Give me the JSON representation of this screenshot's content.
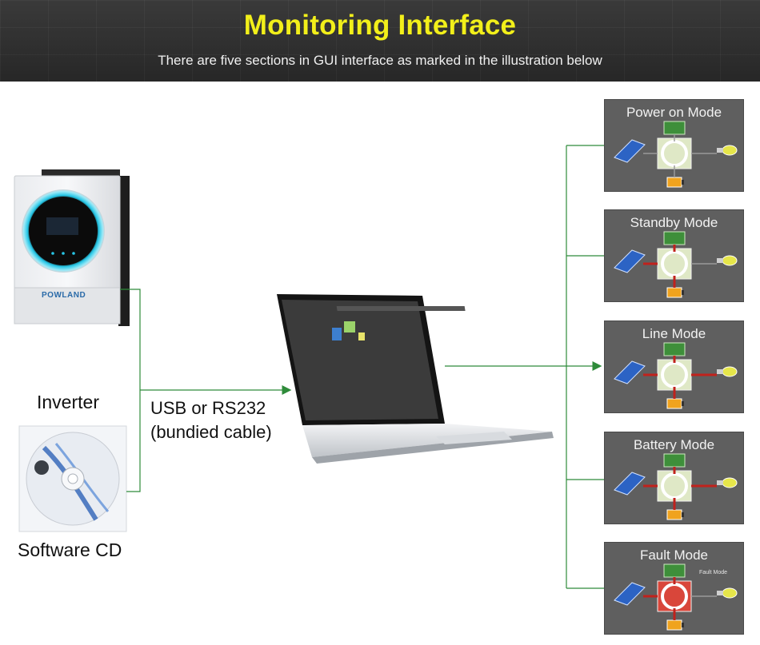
{
  "header": {
    "title": "Monitoring Interface",
    "subtitle": "There are five sections in GUI interface as marked in the illustration below"
  },
  "devices": {
    "inverter_label": "Inverter",
    "inverter_brand": "POWLAND",
    "cd_label": "Software CD",
    "cable_label_line1": "USB or RS232",
    "cable_label_line2": "(bundied cable)"
  },
  "modes": [
    {
      "label": "Power on Mode",
      "state": "power-on"
    },
    {
      "label": "Standby Mode",
      "state": "standby"
    },
    {
      "label": "Line Mode",
      "state": "line"
    },
    {
      "label": "Battery Mode",
      "state": "battery"
    },
    {
      "label": "Fault Mode",
      "state": "fault",
      "tag": "Fault Mode"
    }
  ],
  "colors": {
    "title": "#f2ef1a",
    "connector": "#2e8b3a",
    "panel_bg": "#5f5f5f",
    "flow_arrow": "#c0221c",
    "fault_box": "#d9463a",
    "ring": "#27c6e6"
  }
}
